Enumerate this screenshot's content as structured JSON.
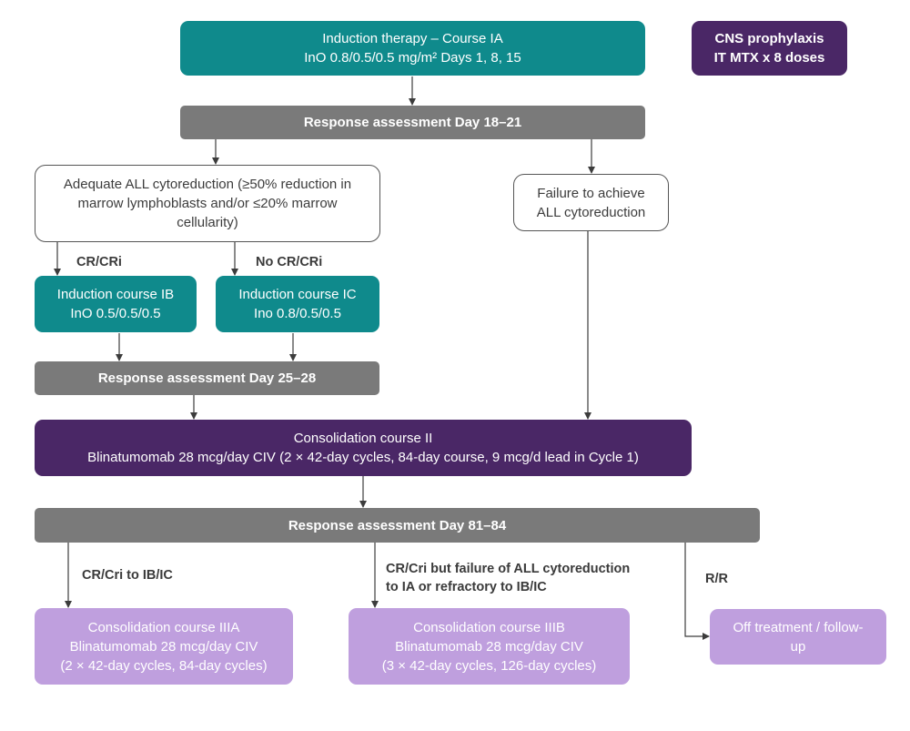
{
  "induction_ia": {
    "line1": "Induction therapy – Course IA",
    "line2": "InO 0.8/0.5/0.5 mg/m² Days 1, 8, 15"
  },
  "cns": {
    "line1": "CNS prophylaxis",
    "line2": "IT MTX x 8 doses"
  },
  "resp_18_21": "Response assessment Day 18–21",
  "adequate": {
    "line1": "Adequate ALL cytoreduction (≥50% reduction in",
    "line2": "marrow lymphoblasts and/or ≤20% marrow",
    "line3": "cellularity)"
  },
  "failure": {
    "line1": "Failure to achieve",
    "line2": "ALL cytoreduction"
  },
  "labels": {
    "cr_cri": "CR/CRi",
    "no_cr_cri": "No CR/CRi",
    "cr_cri_ib_ic": "CR/Cri to IB/IC",
    "cr_fail_line1": "CR/Cri but failure of ALL cytoreduction",
    "cr_fail_line2": "to IA or refractory to IB/IC",
    "rr": "R/R"
  },
  "induction_ib": {
    "line1": "Induction course IB",
    "line2": "InO 0.5/0.5/0.5"
  },
  "induction_ic": {
    "line1": "Induction course IC",
    "line2": "Ino 0.8/0.5/0.5"
  },
  "resp_25_28": "Response assessment Day 25–28",
  "consolidation_ii": {
    "line1": "Consolidation course II",
    "line2": "Blinatumomab 28 mcg/day CIV (2 × 42-day cycles, 84-day course, 9 mcg/d lead in Cycle 1)"
  },
  "resp_81_84": "Response assessment Day 81–84",
  "cons_iiia": {
    "line1": "Consolidation course IIIA",
    "line2": "Blinatumomab 28 mcg/day CIV",
    "line3": "(2 × 42-day cycles, 84-day cycles)"
  },
  "cons_iiib": {
    "line1": "Consolidation course IIIB",
    "line2": "Blinatumomab 28 mcg/day CIV",
    "line3": "(3 × 42-day cycles, 126-day cycles)"
  },
  "off": {
    "line1": "Off treatment / follow-",
    "line2": "up"
  },
  "colors": {
    "teal": "#0f8a8c",
    "gray": "#7a7a7a",
    "dark_purple": "#4a2766",
    "lavender": "#bf9fde",
    "arrow": "#3c3c3c"
  }
}
